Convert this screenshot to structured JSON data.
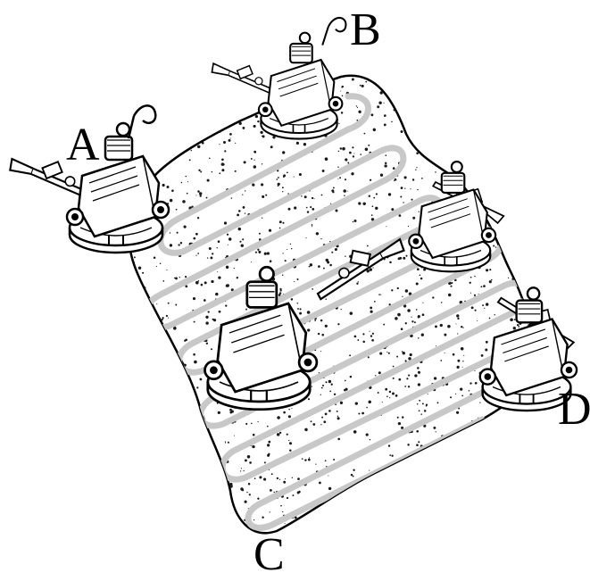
{
  "labels": {
    "a": "A",
    "b": "B",
    "c": "C",
    "d": "D"
  },
  "colors": {
    "ink": "#000000",
    "floor": "#ffffff",
    "path": "#c8c8c8",
    "speckle": "#1a1a1a"
  },
  "icons": [
    "floor-grinder-icon"
  ]
}
